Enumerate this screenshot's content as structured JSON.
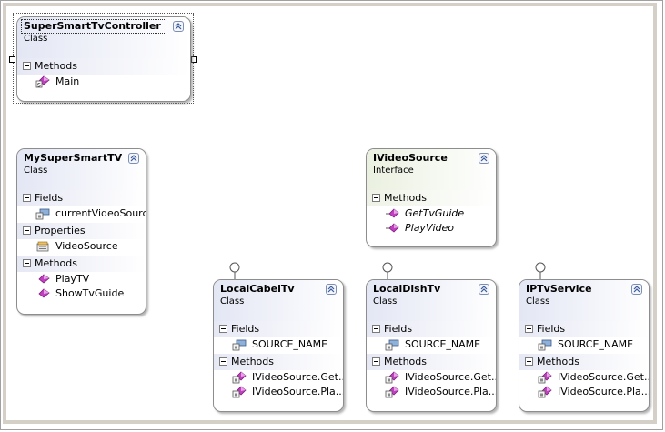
{
  "shapes": {
    "controller": {
      "name": "SuperSmartTvController",
      "kind": "Class",
      "sections": {
        "methods": {
          "label": "Methods",
          "members": [
            "Main"
          ]
        }
      }
    },
    "tv": {
      "name": "MySuperSmartTV",
      "kind": "Class",
      "sections": {
        "fields": {
          "label": "Fields",
          "members": [
            "currentVideoSource"
          ]
        },
        "properties": {
          "label": "Properties",
          "members": [
            "VideoSource"
          ]
        },
        "methods": {
          "label": "Methods",
          "members": [
            "PlayTV",
            "ShowTvGuide"
          ]
        }
      }
    },
    "ivideo": {
      "name": "IVideoSource",
      "kind": "Interface",
      "sections": {
        "methods": {
          "label": "Methods",
          "members": [
            "GetTvGuide",
            "PlayVideo"
          ]
        }
      }
    },
    "cabel": {
      "name": "LocalCabelTv",
      "kind": "Class",
      "sections": {
        "fields": {
          "label": "Fields",
          "members": [
            "SOURCE_NAME"
          ]
        },
        "methods": {
          "label": "Methods",
          "members": [
            "IVideoSource.Get...",
            "IVideoSource.Pla..."
          ]
        }
      }
    },
    "dish": {
      "name": "LocalDishTv",
      "kind": "Class",
      "sections": {
        "fields": {
          "label": "Fields",
          "members": [
            "SOURCE_NAME"
          ]
        },
        "methods": {
          "label": "Methods",
          "members": [
            "IVideoSource.Get...",
            "IVideoSource.Pla..."
          ]
        }
      }
    },
    "iptv": {
      "name": "IPTvService",
      "kind": "Class",
      "sections": {
        "fields": {
          "label": "Fields",
          "members": [
            "SOURCE_NAME"
          ]
        },
        "methods": {
          "label": "Methods",
          "members": [
            "IVideoSource.Get...",
            "IVideoSource.Pla..."
          ]
        }
      }
    }
  }
}
